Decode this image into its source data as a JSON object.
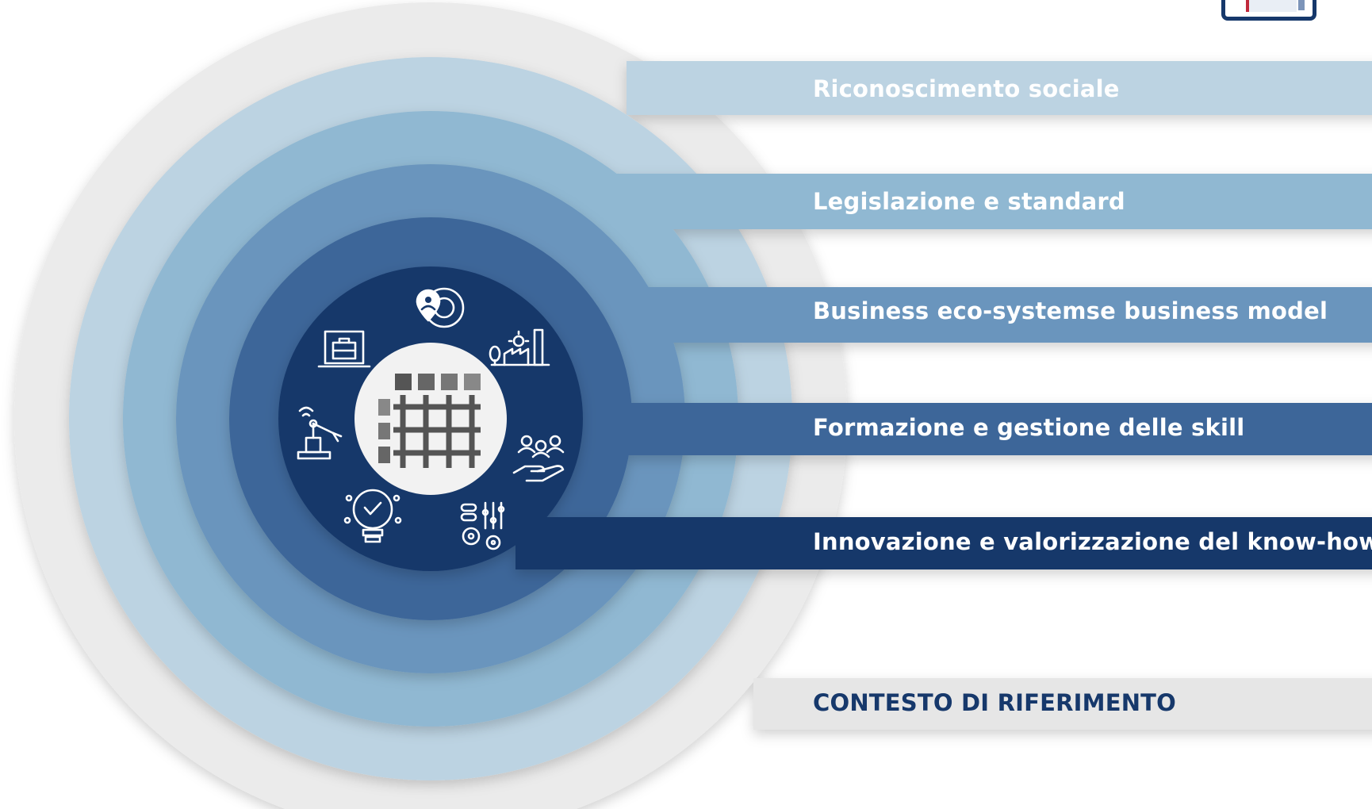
{
  "diagram": {
    "layers": [
      {
        "label": "Riconoscimento sociale",
        "color": "#bcd3e2",
        "text_color": "#ffffff"
      },
      {
        "label": "Legislazione e standard",
        "color": "#90b8d2",
        "text_color": "#ffffff"
      },
      {
        "label": "Business eco-systemse business model",
        "color": "#6a95bd",
        "text_color": "#ffffff"
      },
      {
        "label": "Formazione e gestione delle skill",
        "color": "#3d6699",
        "text_color": "#ffffff"
      },
      {
        "label": "Innovazione e valorizzazione del know-how",
        "color": "#16386b",
        "text_color": "#ffffff"
      }
    ],
    "context": {
      "label": "CONTESTO DI RIFERIMENTO",
      "color": "#e6e6e6",
      "text_color": "#16386b"
    },
    "center_icon": "grid-matrix-icon",
    "ring_icons": [
      "location-wrench-icon",
      "smart-factory-icon",
      "team-hand-icon",
      "settings-sliders-gears-icon",
      "idea-bulb-icon",
      "robot-arm-wifi-icon",
      "briefcase-laptop-icon"
    ],
    "logo_icon": "brand-logo-icon"
  }
}
